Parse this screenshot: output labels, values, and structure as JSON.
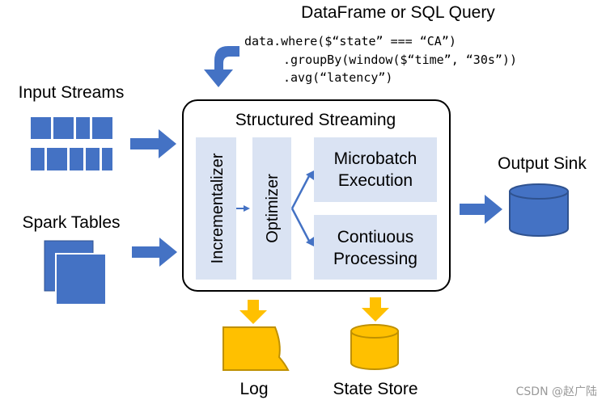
{
  "header": {
    "title": "DataFrame or SQL Query"
  },
  "query": {
    "lines": [
      "data.where($“state” === “CA”)",
      ".groupBy(window($“time”, “30s”))",
      ".avg(“latency”)"
    ]
  },
  "inputs": {
    "streams_label": "Input Streams",
    "tables_label": "Spark Tables"
  },
  "engine": {
    "title": "Structured Streaming",
    "incrementalizer": "Incrementalizer",
    "optimizer": "Optimizer",
    "microbatch": [
      "Microbatch",
      "Execution"
    ],
    "continuous": [
      "Contiuous",
      "Processing"
    ]
  },
  "outputs": {
    "sink_label": "Output Sink",
    "log_label": "Log",
    "state_store_label": "State Store"
  },
  "watermark": "CSDN @赵广陆",
  "colors": {
    "blue": "#4472C4",
    "light_blue_box": "#DAE3F3",
    "yellow": "#FFC000",
    "yellow_stroke": "#BF9000",
    "dark_blue_stroke": "#2F528F"
  }
}
